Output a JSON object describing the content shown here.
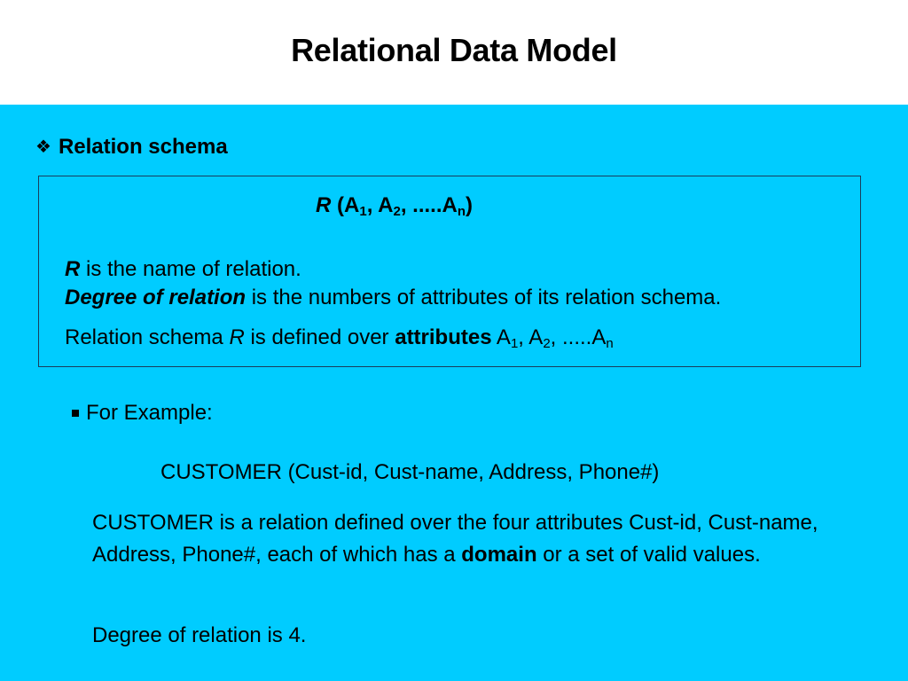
{
  "slide_title": "Relational Data Model",
  "heading": "Relation schema",
  "formula": {
    "relation": "R",
    "open": "(A",
    "s1": "1",
    "sep1": ", A",
    "s2": "2",
    "sep2": ", .....A",
    "sn": "n",
    "close": ")"
  },
  "line1": {
    "r": "R",
    "rest": " is the name of relation."
  },
  "line2": {
    "term": "Degree of relation",
    "rest": " is the numbers of attributes of its relation schema."
  },
  "line3": {
    "pre": "Relation schema ",
    "r": "R",
    "mid": " is defined over ",
    "attrs": "attributes",
    "a1": " A",
    "s1": "1",
    "a2": ", A",
    "s2": "2",
    "an": ", .....A",
    "sn": "n"
  },
  "example_label": "For Example:",
  "customer_schema": "CUSTOMER (Cust-id, Cust-name, Address, Phone#)",
  "description": {
    "pre": "CUSTOMER is a relation defined over the four attributes Cust-id, Cust-name, Address, Phone#, each of which has a ",
    "bold": "domain",
    "post": " or a set of valid values."
  },
  "degree_text": "Degree of relation is 4.",
  "colors": {
    "background": "#00ccff",
    "title_band": "#ffffff",
    "box_border": "#1a3d5c"
  },
  "icons": {
    "heading_bullet": "diamond-four-petal-icon",
    "example_bullet": "square-bullet-icon"
  }
}
